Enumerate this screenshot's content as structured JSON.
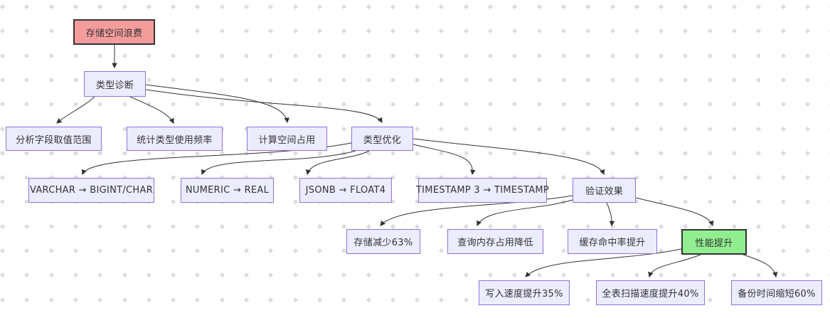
{
  "diagram": {
    "title": "存储空间浪费 类型优化 流程图",
    "kind": "flowchart",
    "colors": {
      "node_fill": "#ECECFF",
      "node_border": "#9370DB",
      "problem_fill": "#F49C9C",
      "problem_border": "#333333",
      "success_fill": "#90EE90",
      "success_border": "#333333",
      "edge": "#333333",
      "text": "#333333",
      "grid_dot": "#DCDAE4"
    },
    "nodes": [
      {
        "id": "waste",
        "label": "存储空间浪费",
        "variant": "problem"
      },
      {
        "id": "diagnose",
        "label": "类型诊断",
        "variant": "default"
      },
      {
        "id": "range",
        "label": "分析字段取值范围",
        "variant": "default"
      },
      {
        "id": "freq",
        "label": "统计类型使用频率",
        "variant": "default"
      },
      {
        "id": "space",
        "label": "计算空间占用",
        "variant": "default"
      },
      {
        "id": "optimize",
        "label": "类型优化",
        "variant": "default"
      },
      {
        "id": "varchar",
        "label": "VARCHAR → BIGINT/CHAR",
        "variant": "default"
      },
      {
        "id": "numeric",
        "label": "NUMERIC → REAL",
        "variant": "default"
      },
      {
        "id": "jsonb",
        "label": "JSONB → FLOAT4",
        "variant": "default"
      },
      {
        "id": "timestamp",
        "label": "TIMESTAMP 3 → TIMESTAMP",
        "variant": "default"
      },
      {
        "id": "verify",
        "label": "验证效果",
        "variant": "default"
      },
      {
        "id": "storage",
        "label": "存储减少63%",
        "variant": "default"
      },
      {
        "id": "querymem",
        "label": "查询内存占用降低",
        "variant": "default"
      },
      {
        "id": "cache",
        "label": "缓存命中率提升",
        "variant": "default"
      },
      {
        "id": "perf",
        "label": "性能提升",
        "variant": "success"
      },
      {
        "id": "write",
        "label": "写入速度提升35%",
        "variant": "default"
      },
      {
        "id": "scan",
        "label": "全表扫描速度提升40%",
        "variant": "default"
      },
      {
        "id": "backup",
        "label": "备份时间缩短60%",
        "variant": "default"
      }
    ],
    "edges": [
      {
        "from": "waste",
        "to": "diagnose"
      },
      {
        "from": "diagnose",
        "to": "range"
      },
      {
        "from": "diagnose",
        "to": "freq"
      },
      {
        "from": "diagnose",
        "to": "space"
      },
      {
        "from": "diagnose",
        "to": "optimize"
      },
      {
        "from": "optimize",
        "to": "varchar"
      },
      {
        "from": "optimize",
        "to": "numeric"
      },
      {
        "from": "optimize",
        "to": "jsonb"
      },
      {
        "from": "optimize",
        "to": "timestamp"
      },
      {
        "from": "optimize",
        "to": "verify"
      },
      {
        "from": "verify",
        "to": "storage"
      },
      {
        "from": "verify",
        "to": "querymem"
      },
      {
        "from": "verify",
        "to": "cache"
      },
      {
        "from": "verify",
        "to": "perf"
      },
      {
        "from": "perf",
        "to": "write"
      },
      {
        "from": "perf",
        "to": "scan"
      },
      {
        "from": "perf",
        "to": "backup"
      }
    ]
  }
}
